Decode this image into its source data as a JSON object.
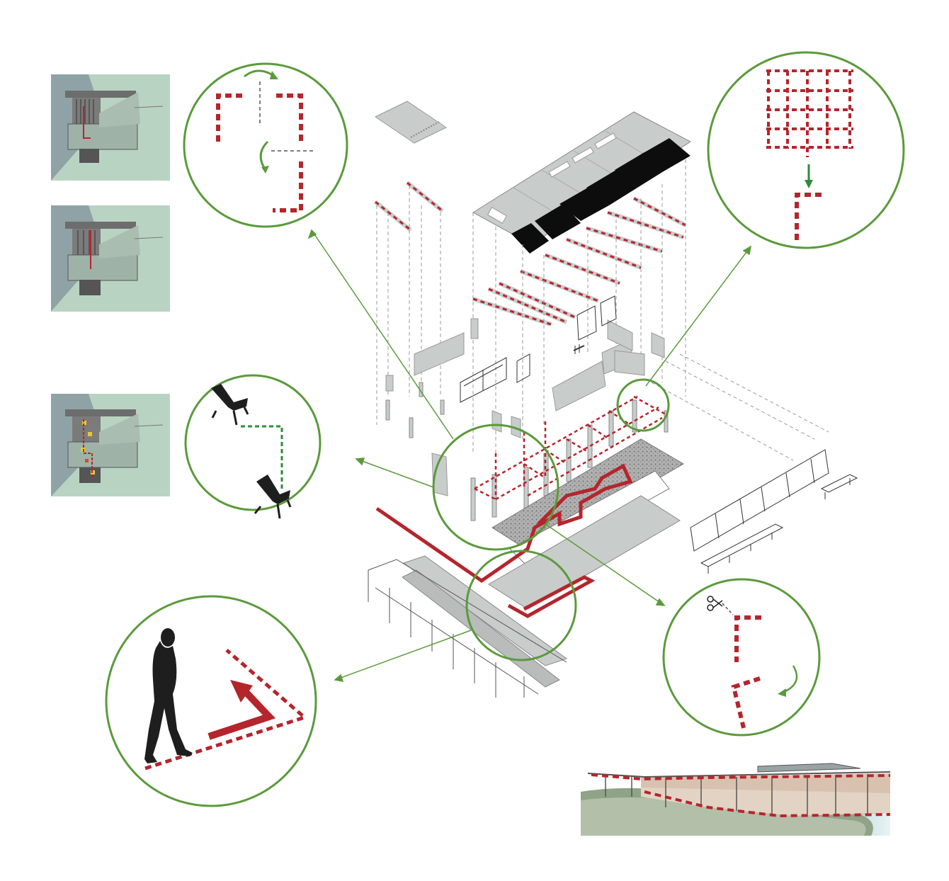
{
  "colors": {
    "accent_green": "#5b9a3c",
    "path_red": "#b5252c",
    "panel_grey": "#c8cccb",
    "roof_black": "#0d0d0d",
    "line_grey": "#9a9a9a",
    "plan_bg_blue": "#8fa3a6",
    "plan_bg_green": "#b9d3c3",
    "paving_grey": "#8c8c8c"
  },
  "thumbnails": [
    {
      "name": "plan-thumbnail-1",
      "variant": "plain"
    },
    {
      "name": "plan-thumbnail-2",
      "variant": "plain"
    },
    {
      "name": "plan-thumbnail-3",
      "variant": "furnished"
    }
  ],
  "detail_circles": [
    {
      "name": "detail-circle-rotate-l-path",
      "icon": "rotate-arrow-icon"
    },
    {
      "name": "detail-circle-grid-extract",
      "icon": "down-arrow-icon"
    },
    {
      "name": "detail-circle-chairs-path",
      "icon": "chair-icon"
    },
    {
      "name": "detail-circle-cut-rotate",
      "icon": "scissors-icon"
    },
    {
      "name": "detail-circle-walking-person",
      "icon": "person-silhouette-icon"
    }
  ],
  "elevation": {
    "name": "site-elevation-view"
  }
}
